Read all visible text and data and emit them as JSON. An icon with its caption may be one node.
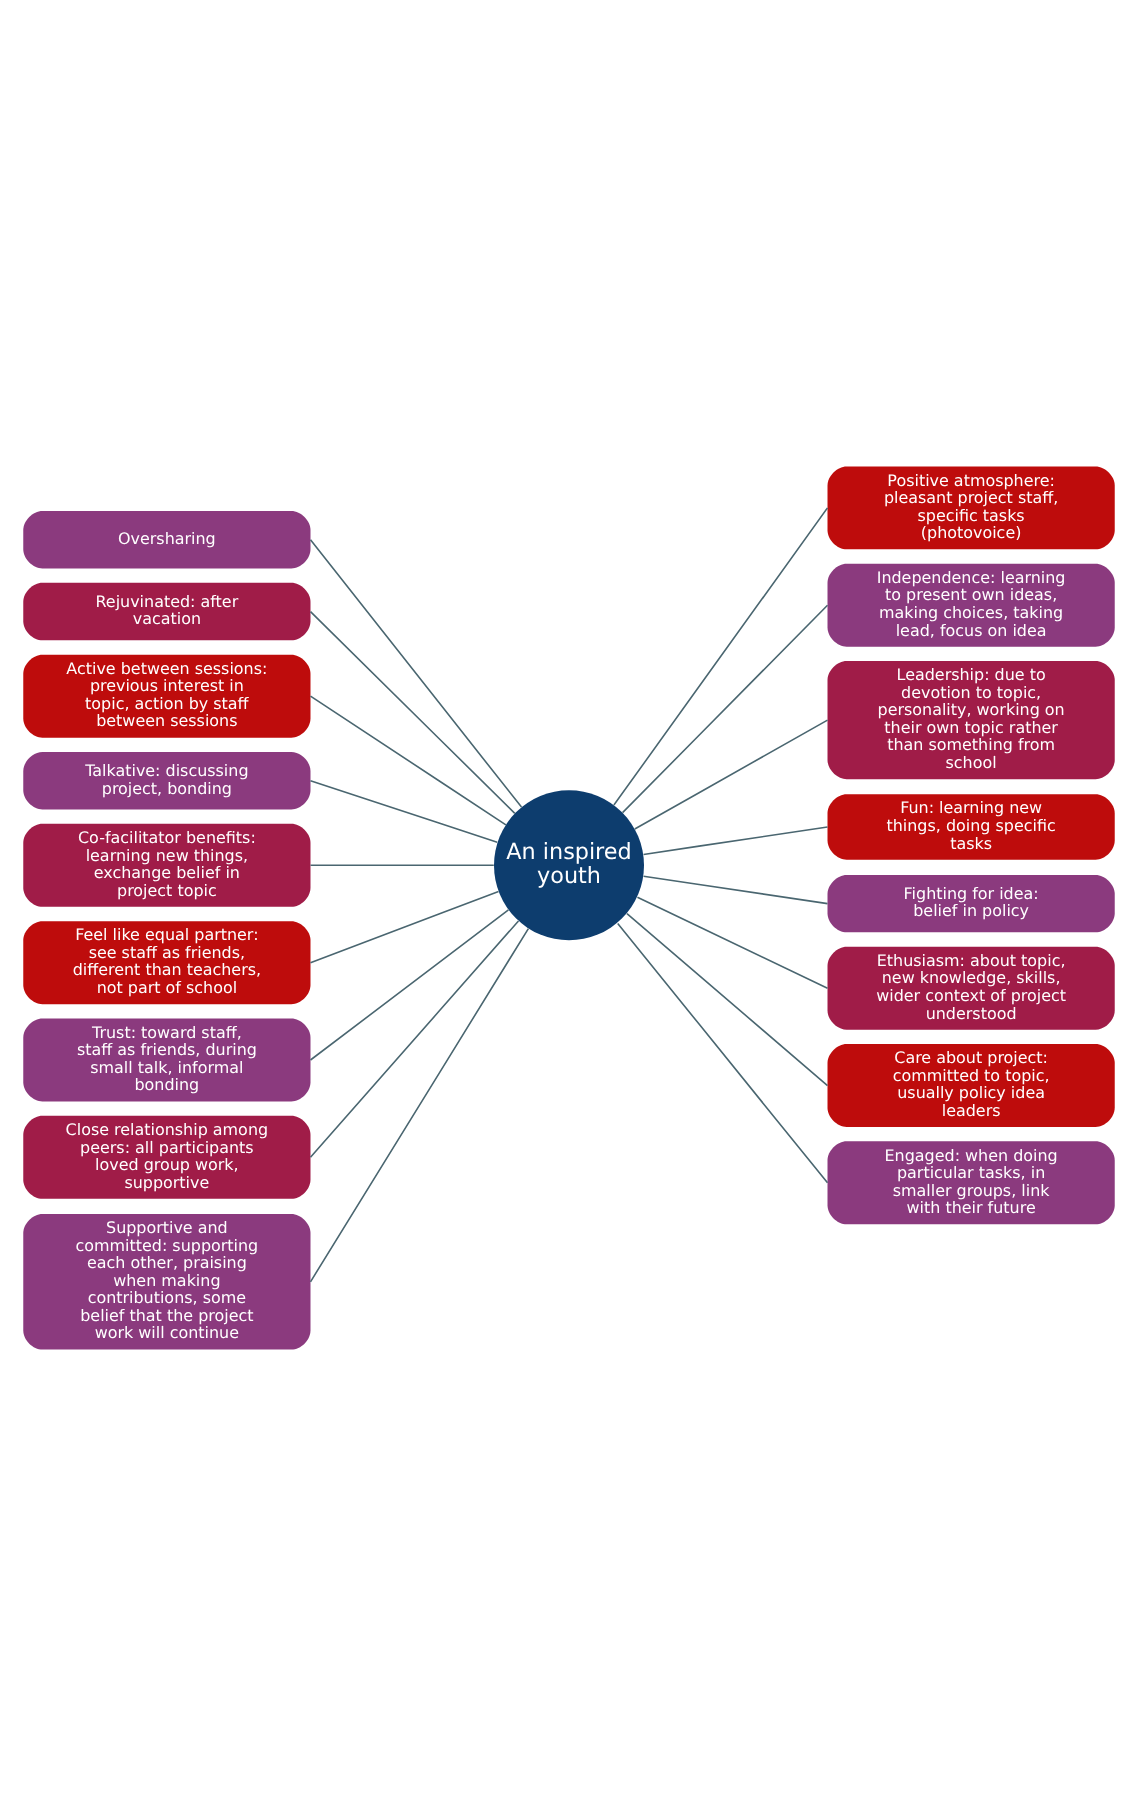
{
  "diagram": {
    "nodes": [
      {
        "text": [
          "An inspired youth"
        ]
      },
      {
        "text": [
          "Oversharing"
        ]
      },
      {
        "text": [
          "Rejuvinated: after vacation"
        ]
      },
      {
        "text": [
          "Active between sessions: previous interest in topic, action by staff between sessions"
        ]
      },
      {
        "text": [
          "Talkative: discussing project, bonding"
        ]
      },
      {
        "text": [
          "Co-facilitator benefits: learning new things, exchange belief in project topic"
        ]
      },
      {
        "text": [
          "Feel like equal partner: see staff as friends, different than teachers, not part of school"
        ]
      },
      {
        "text": [
          "Trust: toward staff, staff as friends, during small talk, informal bonding"
        ]
      },
      {
        "text": [
          "Close relationship among peers: all participants loved group work, supportive"
        ]
      },
      {
        "text": [
          "Supportive and committed: supporting each other, praising when making contributions, some belief that the project work will continue"
        ]
      },
      {
        "text": [
          "Positive atmosphere: pleasant project staff, specific tasks (photovoice)"
        ]
      },
      {
        "text": [
          "Independence: learning to present own ideas, making choices, taking lead, focus on idea"
        ]
      },
      {
        "text": [
          "Leadership: due to devotion to topic, personality, working on their own topic rather than something from school"
        ]
      },
      {
        "text": [
          "Fun: learning new things, doing specific tasks"
        ]
      },
      {
        "text": [
          "Fighting for idea: belief in policy"
        ]
      },
      {
        "text": [
          "Ethusiasm: about topic, new knowledge, skills, wider context of project understood"
        ]
      },
      {
        "text": [
          "Care about project: committed to topic, usually policy idea leaders"
        ]
      },
      {
        "text": [
          "Engaged: when doing particular tasks, in smaller groups, link with their future"
        ]
      }
    ],
    "edges": [
      {
        "from": 1,
        "to": 0,
        "arrow": "none"
      },
      {
        "from": 2,
        "to": 0,
        "arrow": "none"
      },
      {
        "from": 3,
        "to": 0,
        "arrow": "none"
      },
      {
        "from": 4,
        "to": 0,
        "arrow": "none"
      },
      {
        "from": 5,
        "to": 0,
        "arrow": "none"
      },
      {
        "from": 6,
        "to": 0,
        "arrow": "none"
      },
      {
        "from": 7,
        "to": 0,
        "arrow": "none"
      },
      {
        "from": 8,
        "to": 0,
        "arrow": "none"
      },
      {
        "from": 9,
        "to": 0,
        "arrow": "none"
      },
      {
        "from": 0,
        "to": 10,
        "arrow": "none"
      },
      {
        "from": 0,
        "to": 11,
        "arrow": "none"
      },
      {
        "from": 0,
        "to": 12,
        "arrow": "none"
      },
      {
        "from": 0,
        "to": 13,
        "arrow": "none"
      },
      {
        "from": 0,
        "to": 14,
        "arrow": "none"
      },
      {
        "from": 0,
        "to": 15,
        "arrow": "none"
      },
      {
        "from": 0,
        "to": 16,
        "arrow": "none"
      },
      {
        "from": 0,
        "to": 17,
        "arrow": "none"
      }
    ]
  }
}
